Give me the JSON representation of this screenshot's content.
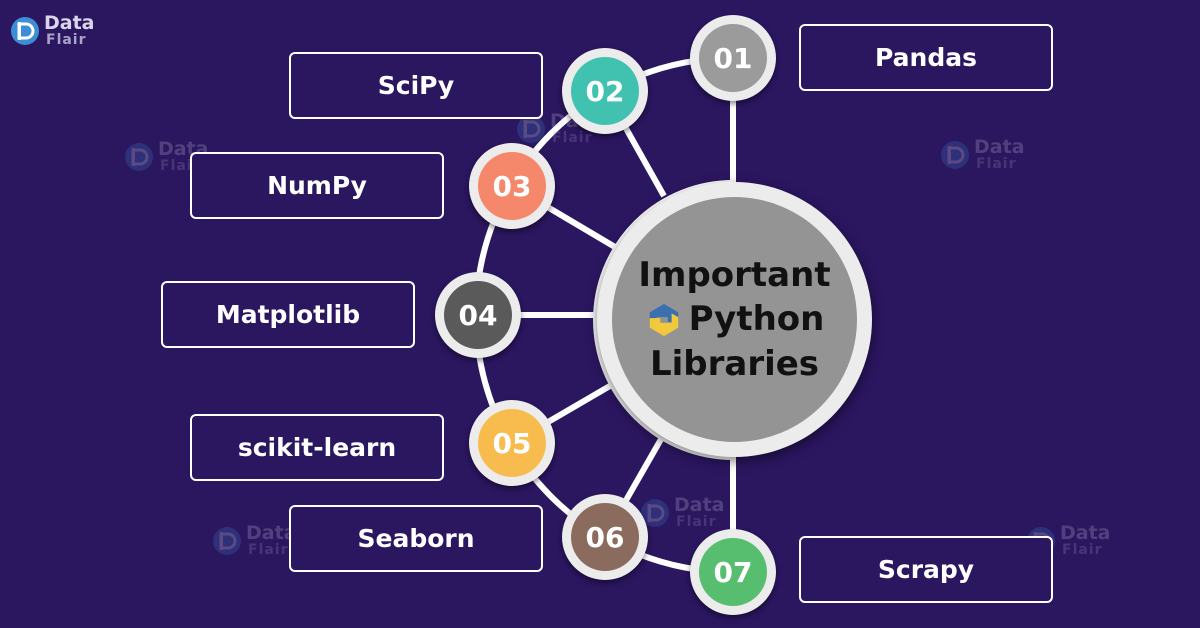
{
  "brand": {
    "line1": "Data",
    "line2": "Flair"
  },
  "title": {
    "line1": "Important",
    "line2": "Python",
    "line3": "Libraries"
  },
  "icons": {
    "brand": "data-flair-logo-icon",
    "python": "python-logo-icon"
  },
  "colors": {
    "background": "#2b1660",
    "box_border": "#ffffff",
    "connector": "#ffffff",
    "hub_ring": "#ececec",
    "hub_fill": "#949494"
  },
  "libraries": [
    {
      "number": "01",
      "name": "Pandas",
      "color": "#9b9b9b"
    },
    {
      "number": "02",
      "name": "SciPy",
      "color": "#41c2b0"
    },
    {
      "number": "03",
      "name": "NumPy",
      "color": "#f5876a"
    },
    {
      "number": "04",
      "name": "Matplotlib",
      "color": "#5a5a5a"
    },
    {
      "number": "05",
      "name": "scikit-learn",
      "color": "#f7bc4d"
    },
    {
      "number": "06",
      "name": "Seaborn",
      "color": "#8a6b5e"
    },
    {
      "number": "07",
      "name": "Scrapy",
      "color": "#58be6f"
    }
  ]
}
